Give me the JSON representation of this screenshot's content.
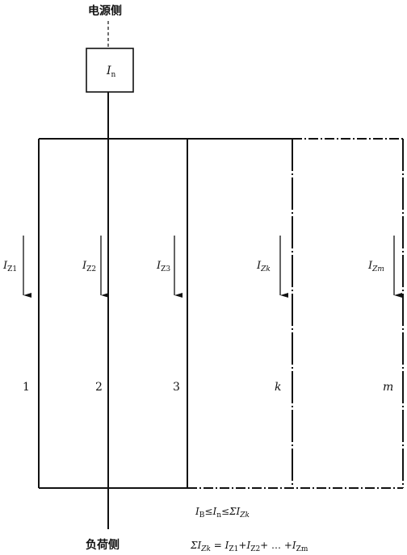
{
  "source_label": "电源侧",
  "load_label": "负荷侧",
  "device": {
    "symbol": "I",
    "sub": "n"
  },
  "branches": [
    {
      "current_symbol": "I",
      "current_sub": "Z1",
      "number": "1"
    },
    {
      "current_symbol": "I",
      "current_sub": "Z2",
      "number": "2"
    },
    {
      "current_symbol": "I",
      "current_sub": "Z3",
      "number": "3"
    },
    {
      "current_symbol": "I",
      "current_sub": "Zk",
      "number": "k"
    },
    {
      "current_symbol": "I",
      "current_sub": "Zm",
      "number": "m"
    }
  ],
  "formula1": {
    "p1": "I",
    "s1": "B",
    "op1": "≤",
    "p2": "I",
    "s2": "n",
    "op2": "≤",
    "p3": "ΣI",
    "s3": "Zk"
  },
  "formula2": {
    "lhs": "ΣI",
    "lhs_sub": "Zk",
    "eq": " = ",
    "t1": "I",
    "t1_sub": "Z1",
    "plus1": "+",
    "t2": "I",
    "t2_sub": "Z2",
    "plus2": "+ … +",
    "t3": "I",
    "t3_sub": "Zm"
  },
  "colors": {
    "line": "#111111",
    "background": "#ffffff"
  }
}
